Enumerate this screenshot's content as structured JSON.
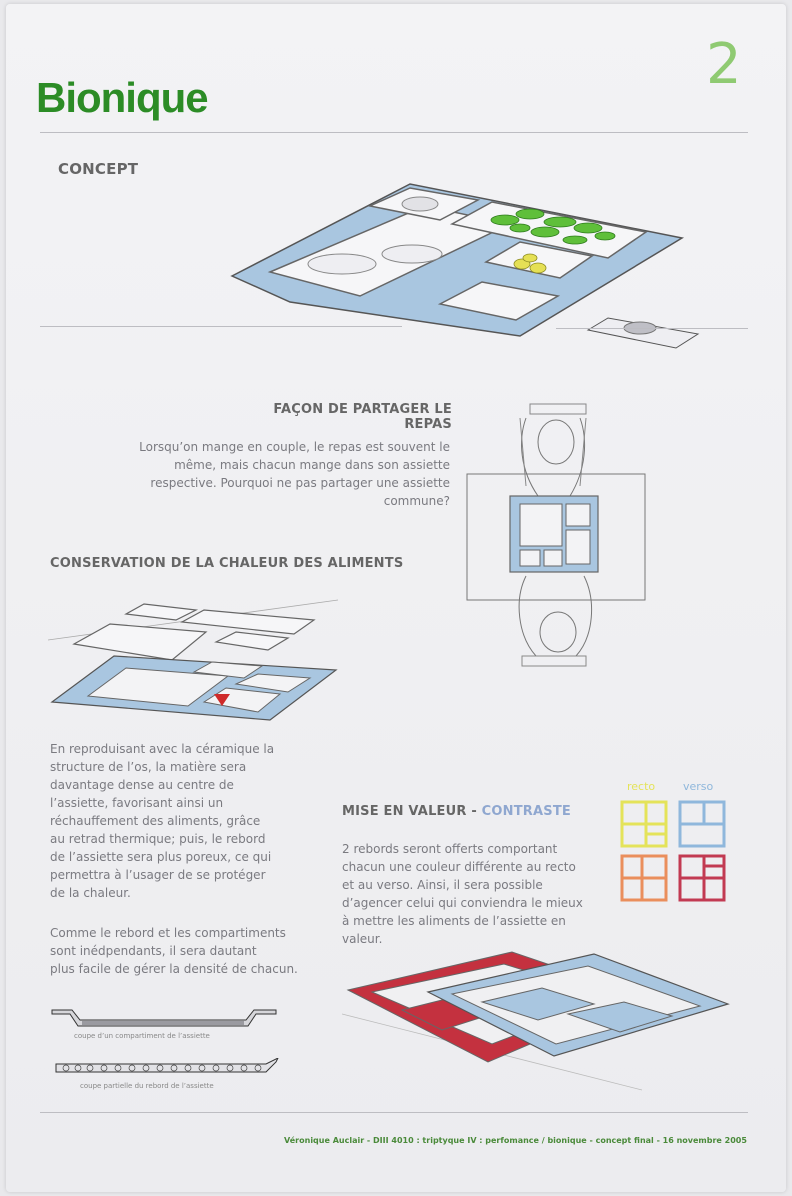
{
  "header": {
    "title": "Bionique",
    "page_number": "2"
  },
  "concept": {
    "heading": "CONCEPT"
  },
  "sharing": {
    "heading": "FAÇON DE PARTAGER LE REPAS",
    "lines": [
      "Lorsqu’on mange en couple, le repas est souvent le",
      "même, mais chacun mange dans son assiette",
      "respective.  Pourquoi ne pas partager une assiette",
      "commune?"
    ]
  },
  "conservation": {
    "heading": "CONSERVATION DE LA CHALEUR DES ALIMENTS",
    "paragraph1": [
      "En reproduisant avec la céramique la",
      "structure de l’os, la matière sera",
      "davantage dense au centre de",
      "l’assiette, favorisant ainsi un",
      "réchauffement des aliments, grâce",
      "au retrad thermique; puis, le rebord",
      "de l’assiette sera plus poreux, ce qui",
      "permettra à l’usager de se protéger",
      "de la chaleur."
    ],
    "paragraph2": [
      "Comme le rebord et les compartiments",
      "sont inédpendants, il sera dautant",
      "plus facile de gérer la densité de chacun."
    ],
    "caption1": "coupe d’un compartiment de l’assiette",
    "caption2": "coupe partielle du rebord de l’assiette"
  },
  "contrast": {
    "heading_a": "MISE EN VALEUR - ",
    "heading_b": "CONTRASTE",
    "lines": [
      "2 rebords seront offerts comportant",
      "chacun une couleur différente au recto",
      "et au verso.  Ainsi, il sera possible",
      "d’agencer celui qui conviendra le mieux",
      "à mettre les aliments de l’assiette en",
      "valeur."
    ],
    "recto_label": "recto",
    "verso_label": "verso",
    "colors": {
      "yellow": "#e4e35a",
      "blue": "#8fb7dc",
      "orange": "#ea8e5c",
      "red": "#c23a52"
    }
  },
  "footer": {
    "text": "Véronique Auclair  -  DIII 4010 : triptyque IV : perfomance / bionique  -  concept final  -  16 novembre 2005"
  },
  "colors": {
    "title_green": "#2c8c26",
    "page_number_green": "#8fca72",
    "tray_blue": "#a9c6e0",
    "tray_red": "#c4313f"
  }
}
